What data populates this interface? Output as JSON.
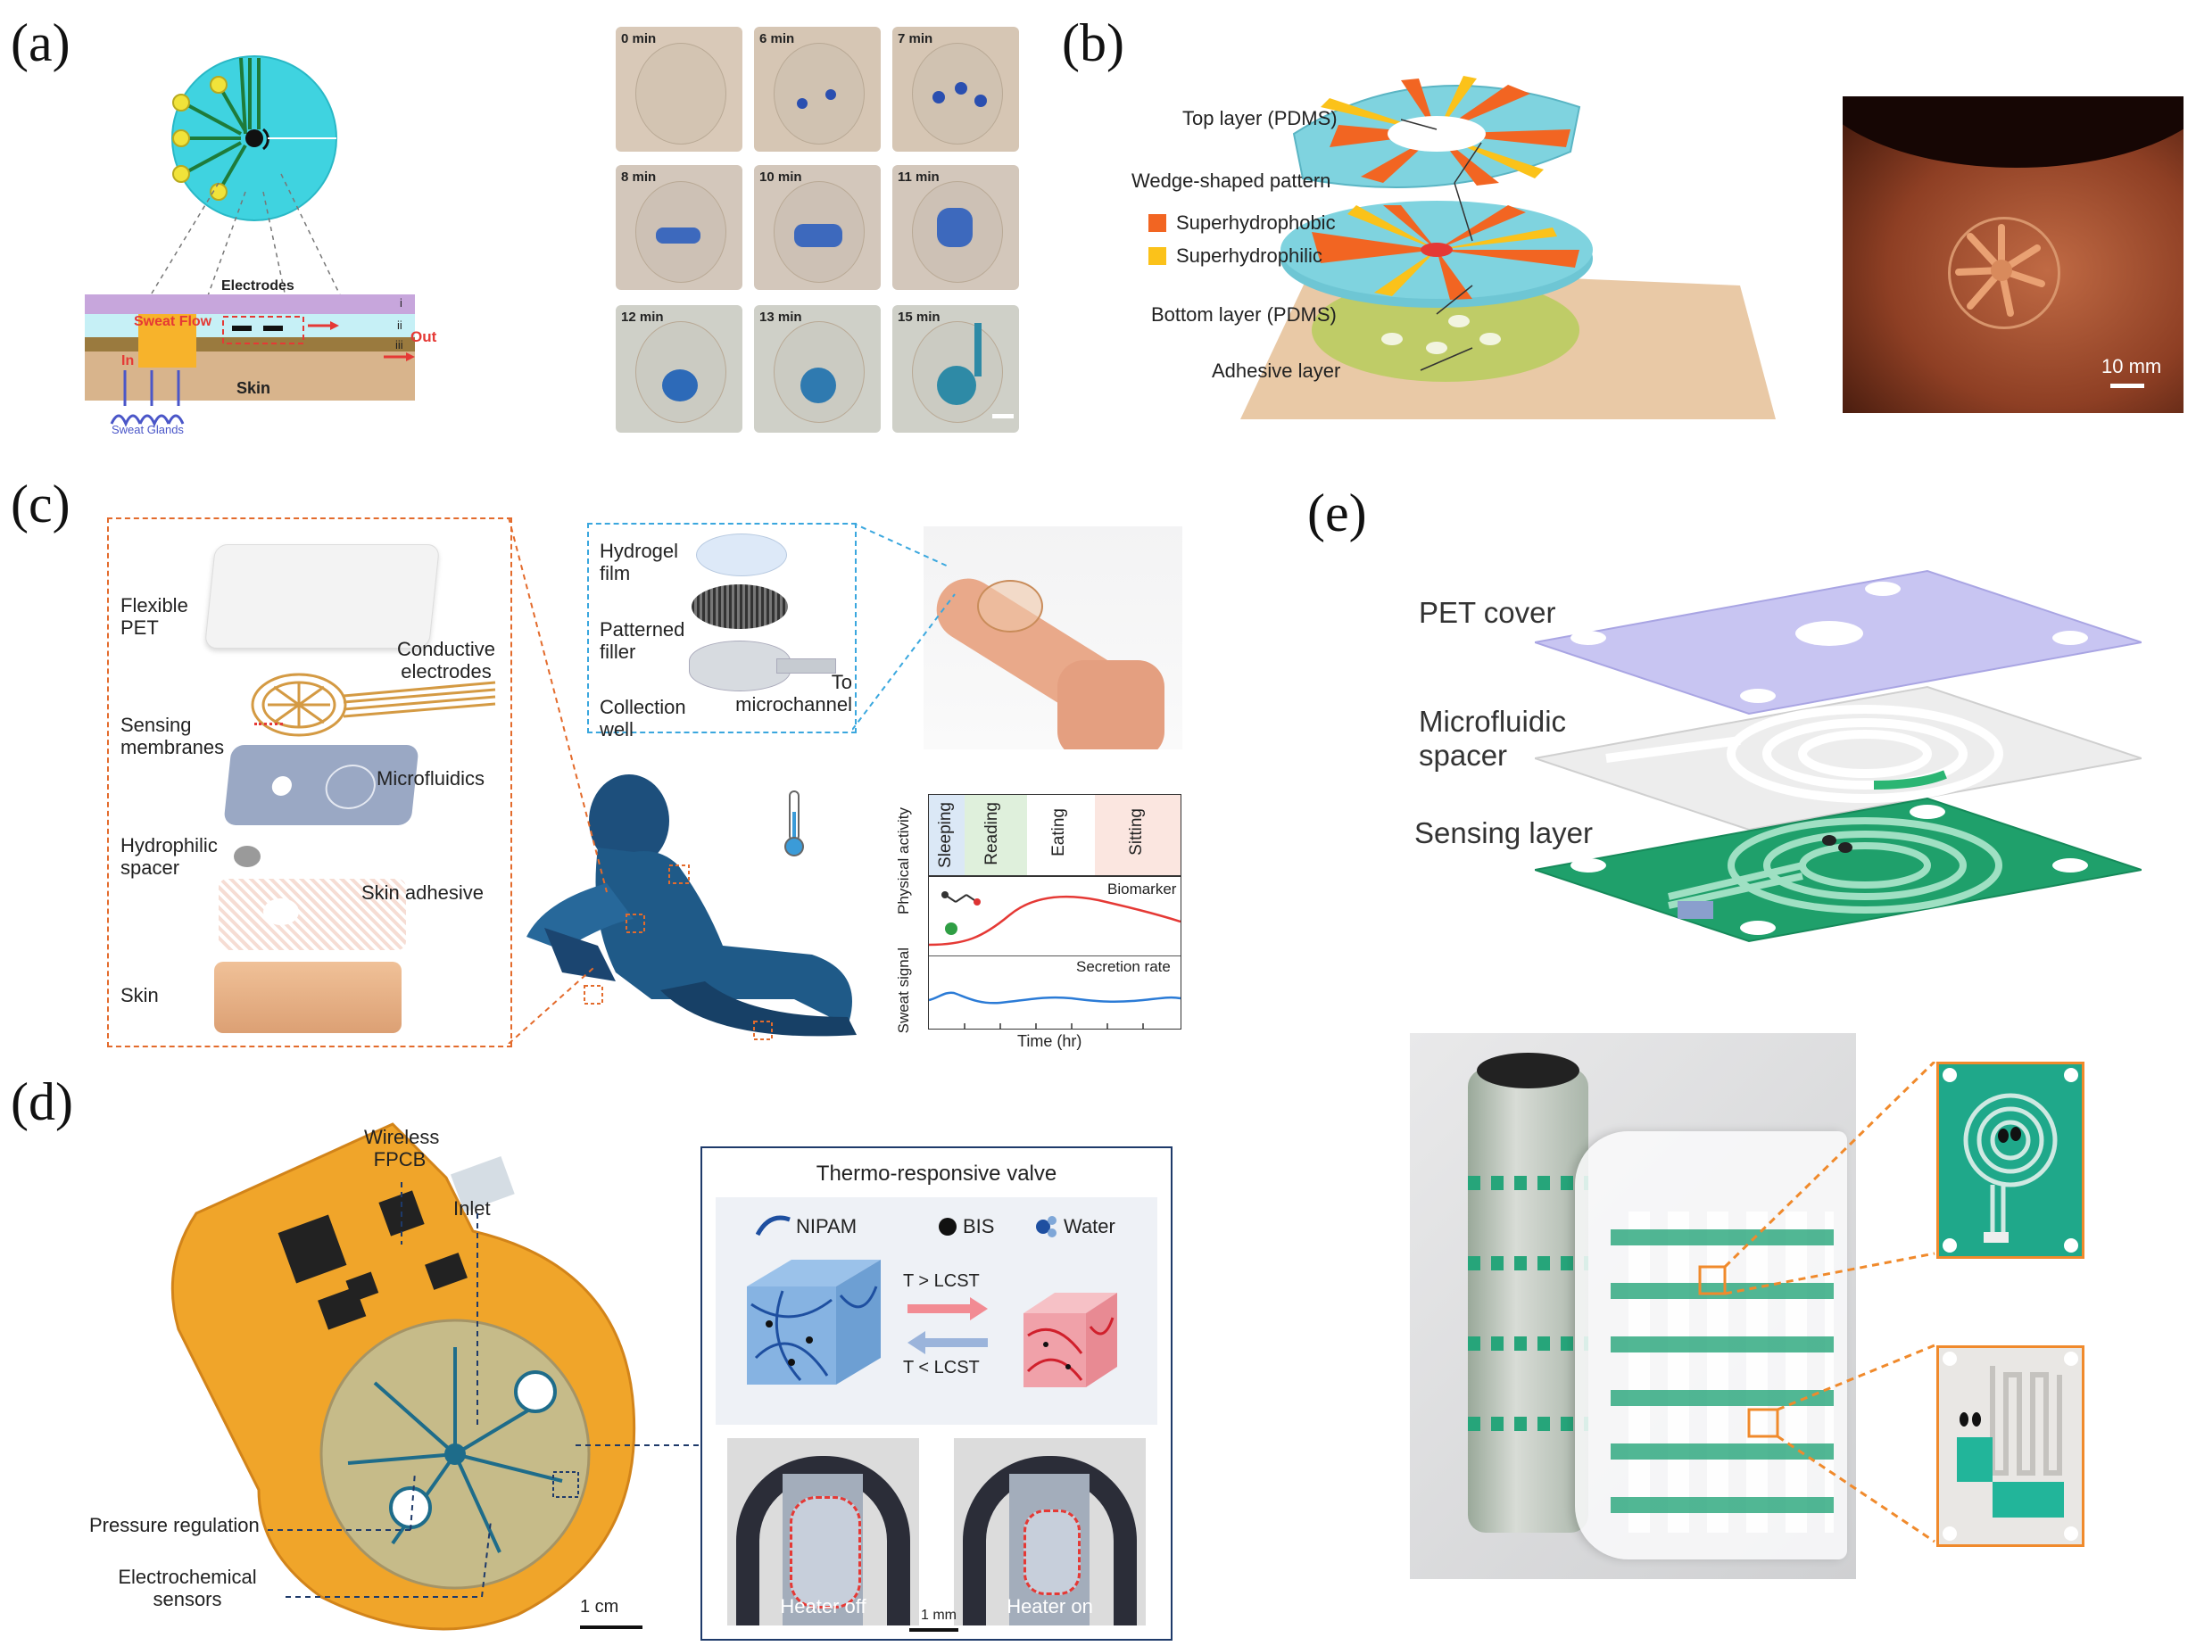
{
  "panels": {
    "a": {
      "label": "(a)",
      "diagram": {
        "electrodes": "Electrodes",
        "sweat_flow": "Sweat Flow",
        "inlet": "In",
        "outlet": "Out",
        "skin": "Skin",
        "sweat_glands": "Sweat Glands",
        "layer_i": "i",
        "layer_ii": "ii",
        "layer_iii": "iii"
      },
      "timelapse": [
        "0 min",
        "6 min",
        "7 min",
        "8 min",
        "10 min",
        "11 min",
        "12 min",
        "13 min",
        "15 min"
      ]
    },
    "b": {
      "label": "(b)",
      "callouts": [
        "Top layer (PDMS)",
        "Wedge-shaped pattern",
        "Superhydrophobic",
        "Superhydrophilic",
        "Bottom layer (PDMS)",
        "Adhesive layer"
      ],
      "scale": "10 mm",
      "colors": {
        "superhydrophobic": "#f26522",
        "superhydrophilic": "#fbc21a"
      }
    },
    "c": {
      "label": "(c)",
      "stack_labels": [
        "Flexible PET",
        "Conductive electrodes",
        "Sensing membranes",
        "Microfluidics",
        "Hydrophilic spacer",
        "Skin adhesive",
        "Skin"
      ],
      "inset_labels": [
        "Hydrogel film",
        "Patterned filler",
        "Collection well",
        "To microchannel"
      ],
      "plot": {
        "activities": [
          "Sleeping",
          "Reading",
          "Eating",
          "Sitting"
        ],
        "ylabel_top": "Physical activity",
        "ylabel_bottom": "Sweat signal",
        "series_top": "Biomarker",
        "series_bottom": "Secretion rate",
        "xlabel": "Time (hr)"
      }
    },
    "d": {
      "label": "(d)",
      "callouts": [
        "Wireless FPCB",
        "Inlet",
        "Pressure regulation",
        "Electrochemical sensors"
      ],
      "scale": "1 cm",
      "valve": {
        "title": "Thermo-responsive valve",
        "legend": [
          "NIPAM",
          "BIS",
          "Water"
        ],
        "transition_up": "T > LCST",
        "transition_down": "T < LCST",
        "photo_left": "Heater off",
        "photo_right": "Heater on",
        "scale": "1 mm"
      }
    },
    "e": {
      "label": "(e)",
      "layers": [
        "PET cover",
        "Microfluidic spacer",
        "Sensing layer"
      ],
      "colors": {
        "cover": "#c8c5f2",
        "sensing": "#1fa06b",
        "inset_border": "#f08a2c"
      }
    }
  }
}
